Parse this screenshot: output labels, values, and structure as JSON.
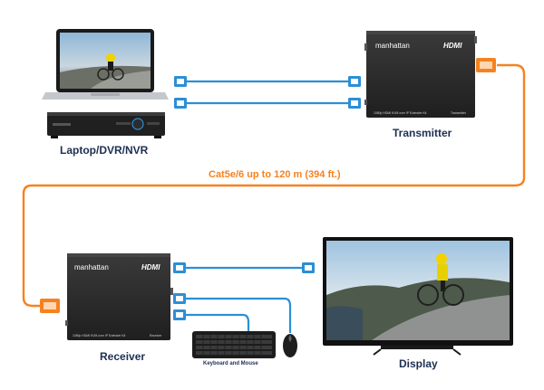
{
  "devices": {
    "source": {
      "label": "Laptop/DVR/NVR"
    },
    "transmitter": {
      "label": "Transmitter",
      "brand": "manhattan",
      "logo": "HDMI",
      "model_text": "1080p HDMI KVM over IP Extender Kit",
      "unit_text": "Transmitter"
    },
    "receiver": {
      "label": "Receiver",
      "brand": "manhattan",
      "logo": "HDMI",
      "model_text": "1080p HDMI KVM over IP Extender Kit",
      "unit_text": "Receiver"
    },
    "display": {
      "label": "Display"
    },
    "peripherals": {
      "label": "Keyboard and Mouse"
    }
  },
  "cable": {
    "label": "Cat5e/6 up to 120 m (394 ft.)"
  },
  "colors": {
    "cat_cable": "#f58220",
    "usb_hdmi_cable": "#2b8fd6",
    "device_body": "#2a2a2a",
    "label_text": "#1d2f52"
  },
  "icons": [
    "laptop-icon",
    "dvr-icon",
    "monitor-icon",
    "keyboard-icon",
    "mouse-icon",
    "rj45-connector-icon",
    "usb-connector-icon",
    "hdmi-connector-icon"
  ]
}
